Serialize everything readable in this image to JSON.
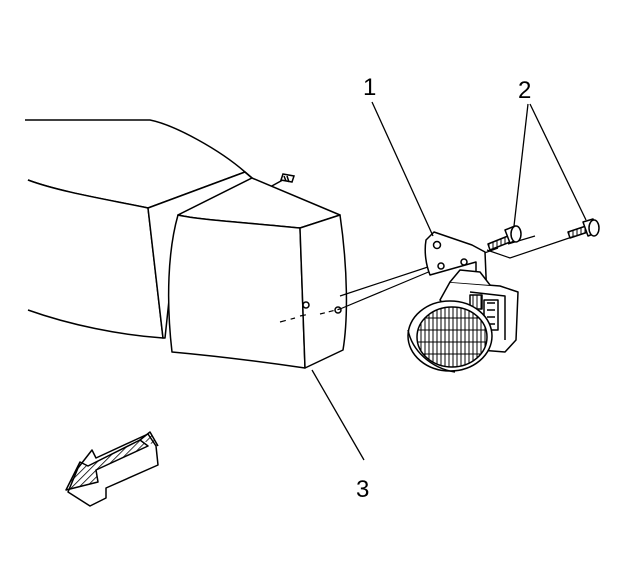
{
  "diagram": {
    "callouts": [
      {
        "id": "1",
        "label": "1"
      },
      {
        "id": "2",
        "label": "2"
      },
      {
        "id": "3",
        "label": "3"
      }
    ],
    "colors": {
      "line": "#000000",
      "fill": "#ffffff",
      "hatch": "#000000"
    }
  }
}
